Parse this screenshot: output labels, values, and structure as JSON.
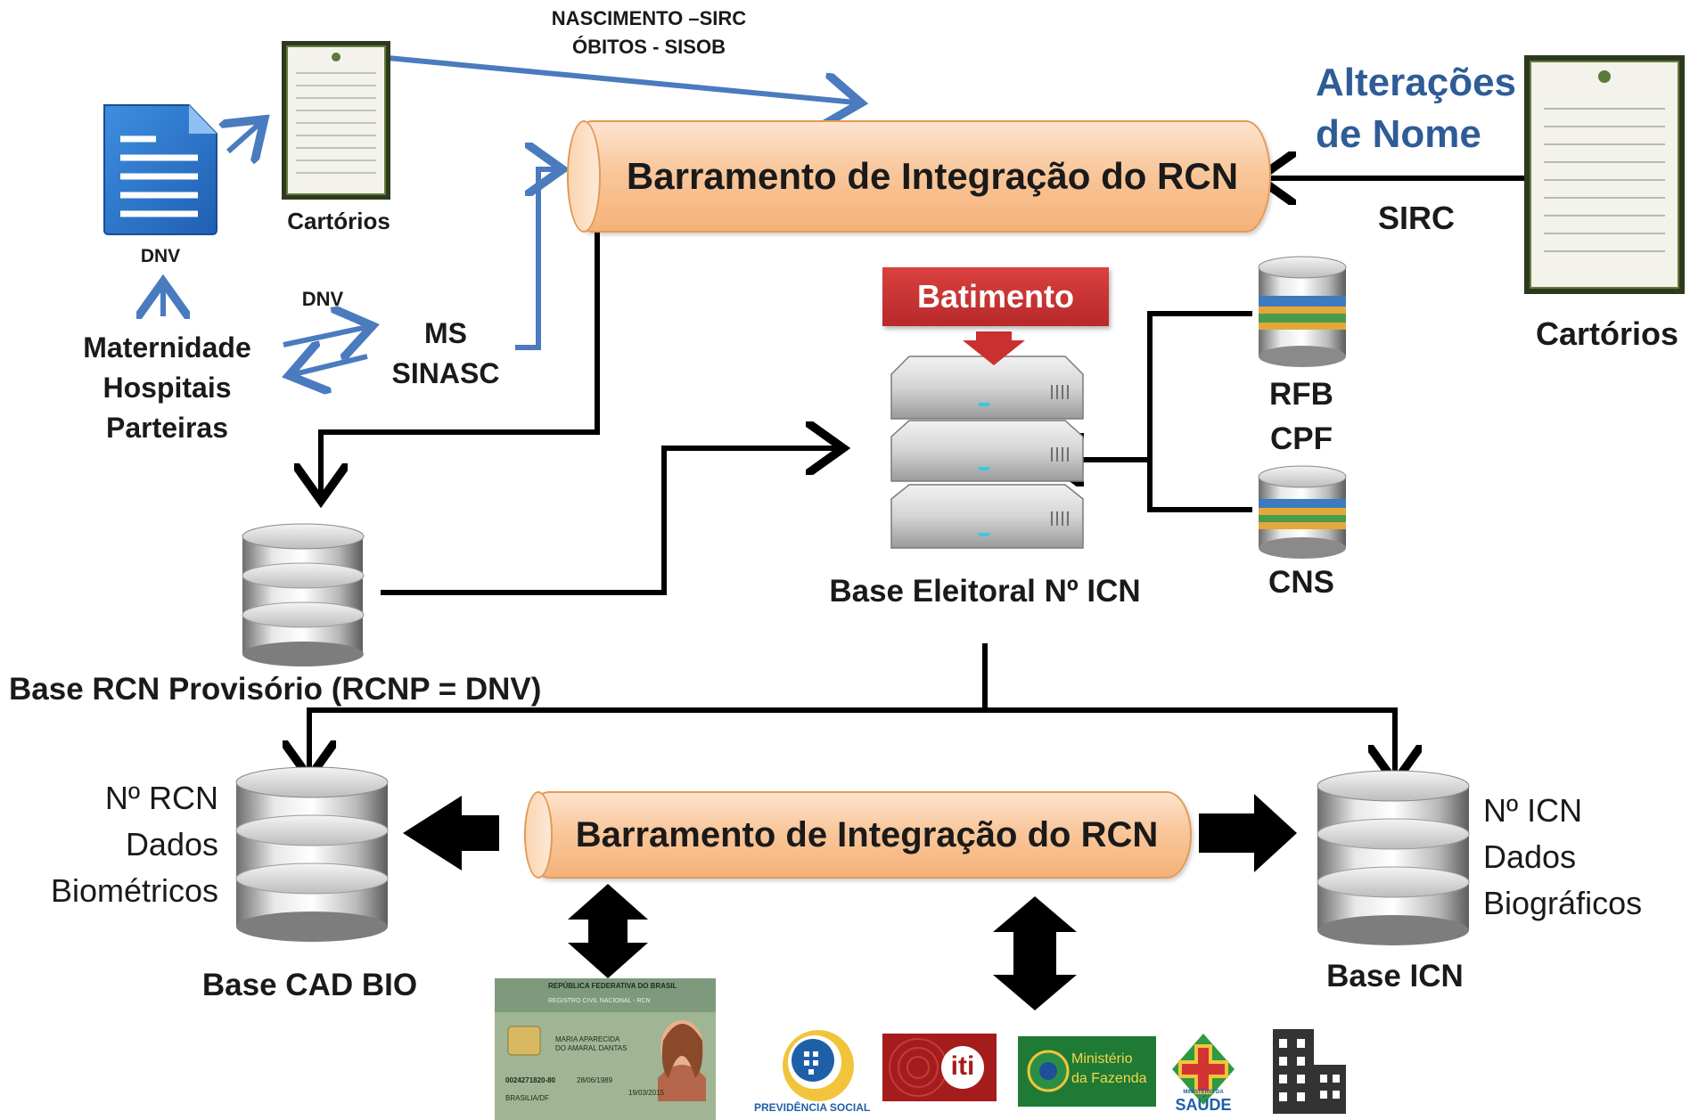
{
  "top_flow_label": {
    "line1": "NASCIMENTO –SIRC",
    "line2": "ÓBITOS -  SISOB"
  },
  "dnv_doc": {
    "label": "DNV"
  },
  "cartorios_left": {
    "label": "Cartórios"
  },
  "dnv_arrow_label": "DNV",
  "maternidade": {
    "line1": "Maternidade",
    "line2": "Hospitais",
    "line3": "Parteiras"
  },
  "ms": {
    "line1": "MS",
    "line2": "SINASC"
  },
  "top_bus": {
    "label": "Barramento de Integração do RCN"
  },
  "alteracoes": {
    "line1": "Alterações",
    "line2": "de Nome"
  },
  "sirc_label": "SIRC",
  "cartorios_right": {
    "label": "Cartórios"
  },
  "batimento": {
    "label": "Batimento"
  },
  "base_eleitoral": {
    "label": "Base Eleitoral Nº ICN"
  },
  "rfb": {
    "line1": "RFB",
    "line2": "CPF"
  },
  "cns": {
    "label": "CNS"
  },
  "base_rcnp": {
    "label": "Base RCN Provisório (RCNP = DNV)"
  },
  "cad_bio": {
    "line1": "Nº RCN",
    "line2": "Dados",
    "line3": "Biométricos",
    "title": "Base CAD BIO"
  },
  "bottom_bus": {
    "label": "Barramento de Integração do RCN"
  },
  "base_icn": {
    "line1": "Nº ICN",
    "line2": "Dados",
    "line3": "Biográficos",
    "title": "Base ICN"
  },
  "id_card": {
    "header1": "REPÚBLICA FEDERATIVA DO BRASIL",
    "header2": "REGISTRO CIVIL NACIONAL - RCN",
    "name1": "MARIA APARECIDA",
    "name2": "DO AMARAL DANTAS",
    "number": "0024271820-80",
    "date1": "28/06/1989",
    "city": "BRASILIA/DF",
    "date2": "19/03/2015"
  },
  "logos": {
    "previdencia": "PREVIDÊNCIA SOCIAL",
    "iti": "iti",
    "fazenda1": "Ministério",
    "fazenda2": "da Fazenda",
    "saude1": "MINISTÉRIO DA",
    "saude2": "SAÚDE"
  },
  "colors": {
    "blue_arrow": "#4a7bbf",
    "bus_fill": "#f9c79b",
    "batimento_red": "#c9302f",
    "title_blue": "#2e5c96"
  }
}
